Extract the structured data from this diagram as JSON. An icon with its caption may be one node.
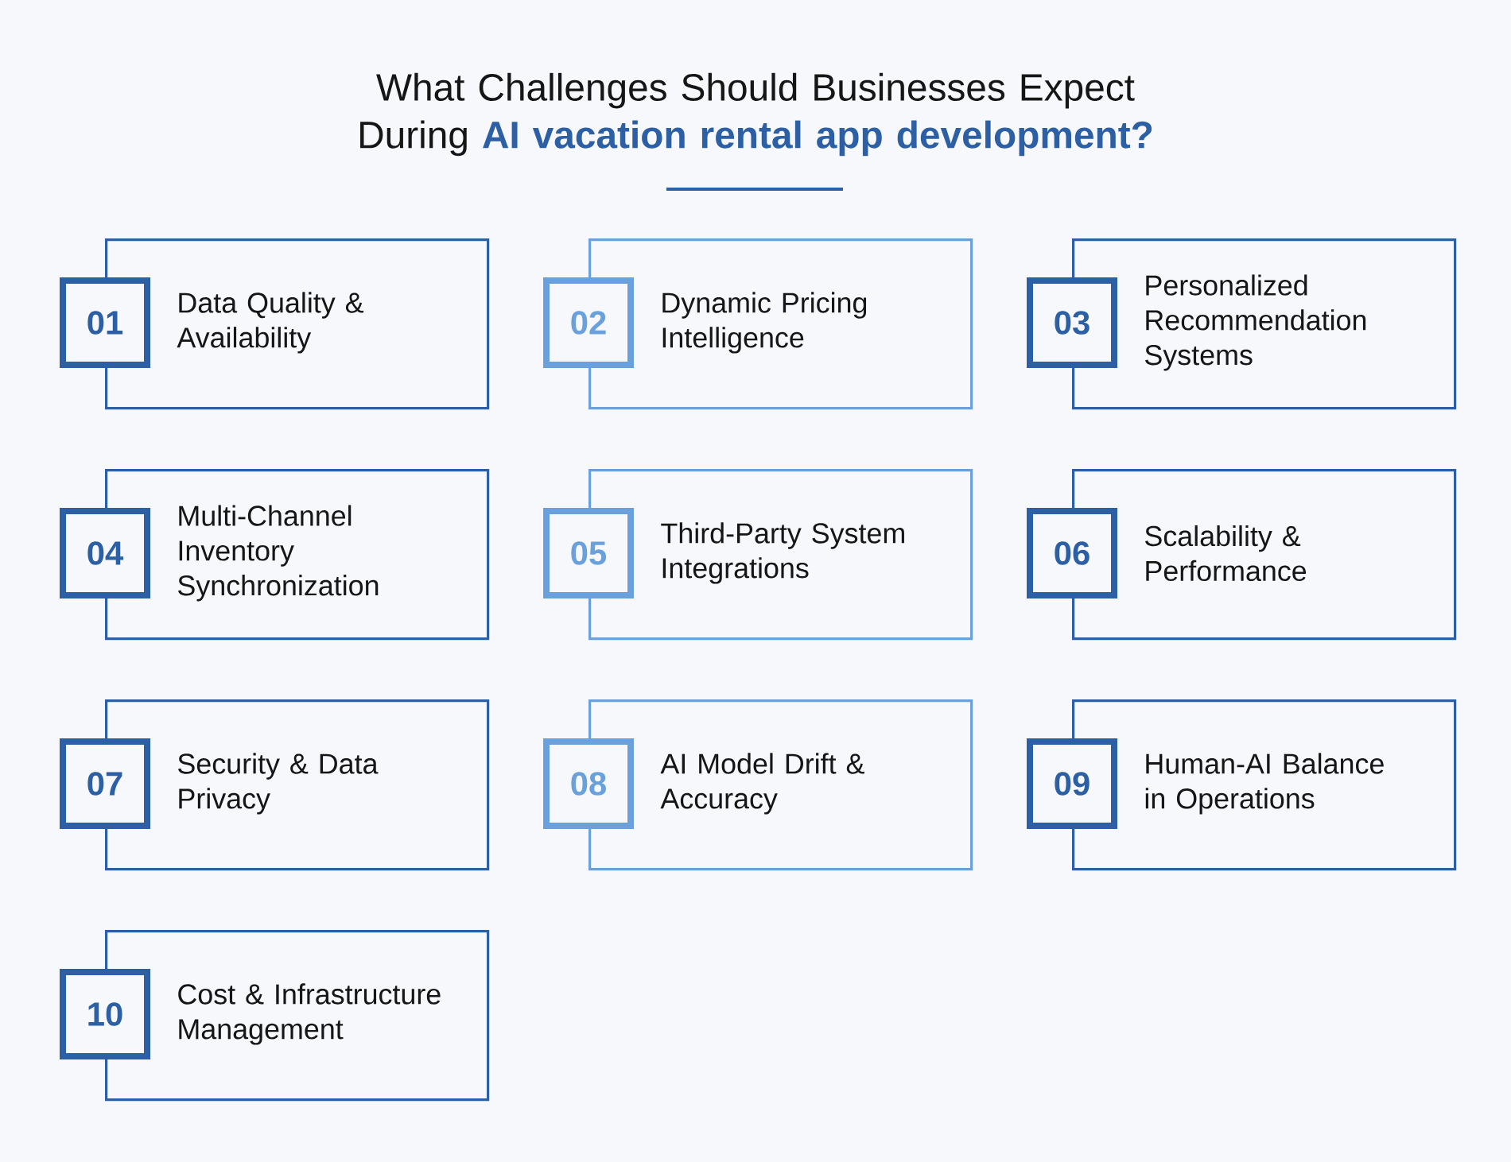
{
  "diagram": {
    "title": "What Challenges Should Businesses Expect During **AI vacation rental app development?**",
    "nodes": [
      {
        "text": [
          "01",
          "Data Quality & Availability"
        ]
      },
      {
        "text": [
          "02",
          "Dynamic Pricing Intelligence"
        ]
      },
      {
        "text": [
          "03",
          "Personalized Recommendation Systems"
        ]
      },
      {
        "text": [
          "04",
          "Multi-Channel Inventory Synchronization"
        ]
      },
      {
        "text": [
          "05",
          "Third-Party System Integrations"
        ]
      },
      {
        "text": [
          "06",
          "Scalability & Performance"
        ]
      },
      {
        "text": [
          "07",
          "Security & Data Privacy"
        ]
      },
      {
        "text": [
          "08",
          "AI Model Drift & Accuracy"
        ]
      },
      {
        "text": [
          "09",
          "Human-AI Balance in Operations"
        ]
      },
      {
        "text": [
          "10",
          "Cost & Infrastructure Management"
        ]
      }
    ]
  }
}
